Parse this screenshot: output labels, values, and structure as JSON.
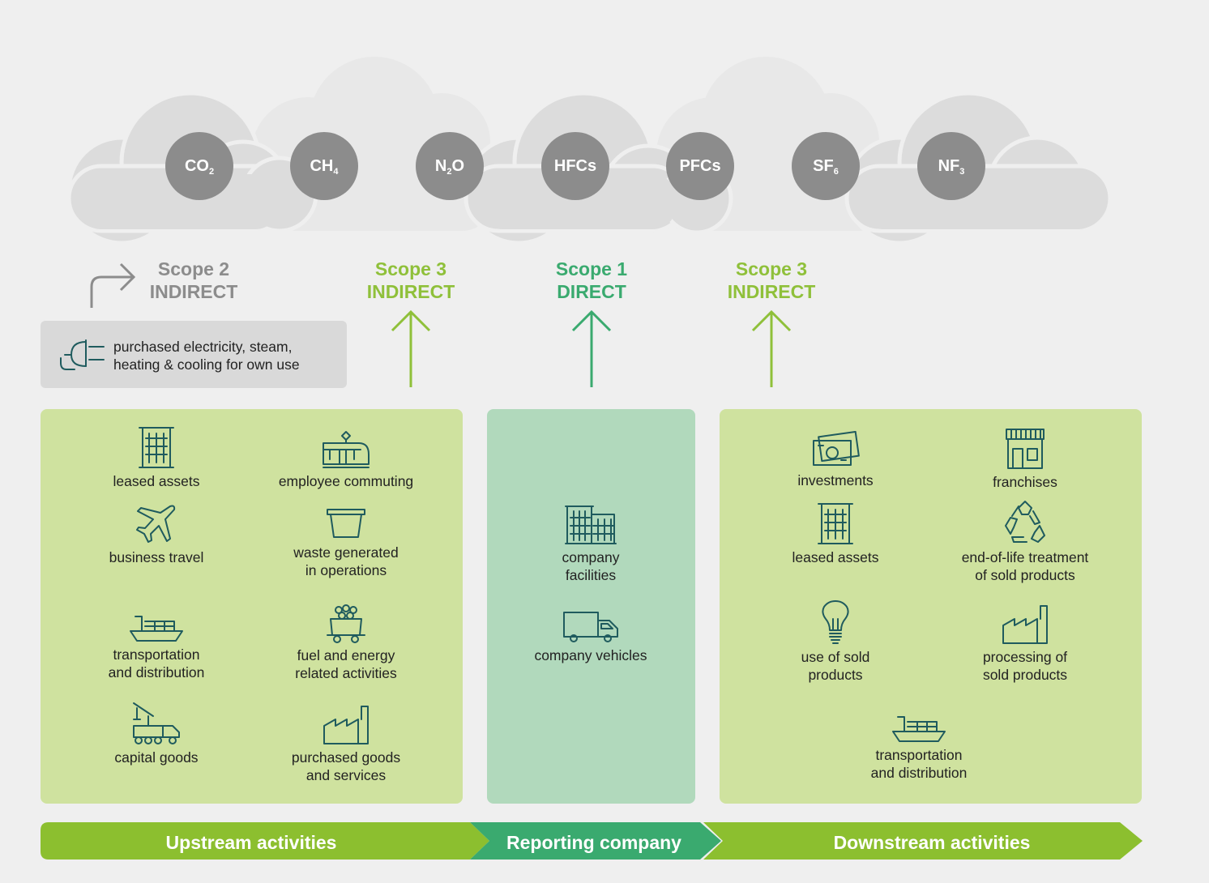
{
  "colors": {
    "background": "#efefef",
    "cloud": "#e0e0e0",
    "cloud_back": "#e9e9e9",
    "gas_circle": "#8c8c8c",
    "scope_grey": "#8c8c8c",
    "scope_light_green": "#8fc03a",
    "scope_teal": "#3aaa6f",
    "upstream_panel": "#cfe29f",
    "reporting_panel": "#b1d9bc",
    "downstream_panel": "#cfe29f",
    "banner_green": "#8cbf2f",
    "banner_teal": "#3aaa6f",
    "icon_stroke": "#1f5b5e",
    "electricity_box": "#d9d9d9"
  },
  "gases": [
    {
      "base": "CO",
      "sub": "2"
    },
    {
      "base": "CH",
      "sub": "4"
    },
    {
      "base": "N",
      "sub": "2",
      "tail": "O"
    },
    {
      "base": "HFCs",
      "sub": ""
    },
    {
      "base": "PFCs",
      "sub": ""
    },
    {
      "base": "SF",
      "sub": "6"
    },
    {
      "base": "NF",
      "sub": "3"
    }
  ],
  "scopes": {
    "scope2": {
      "line1": "Scope 2",
      "line2": "INDIRECT"
    },
    "scope3_up": {
      "line1": "Scope 3",
      "line2": "INDIRECT"
    },
    "scope1": {
      "line1": "Scope 1",
      "line2": "DIRECT"
    },
    "scope3_down": {
      "line1": "Scope 3",
      "line2": "INDIRECT"
    }
  },
  "electricity": {
    "line1": "purchased electricity, steam,",
    "line2": "heating & cooling for own use",
    "icon": "plug-icon"
  },
  "upstream_items": [
    {
      "icon": "building-icon",
      "lines": [
        "leased assets"
      ]
    },
    {
      "icon": "tram-icon",
      "lines": [
        "employee commuting"
      ]
    },
    {
      "icon": "airplane-icon",
      "lines": [
        "business travel"
      ]
    },
    {
      "icon": "dumpster-icon",
      "lines": [
        "waste generated",
        "in operations"
      ]
    },
    {
      "icon": "cargo-ship-icon",
      "lines": [
        "transportation",
        "and distribution"
      ]
    },
    {
      "icon": "coal-cart-icon",
      "lines": [
        "fuel and energy",
        "related activities"
      ]
    },
    {
      "icon": "crane-truck-icon",
      "lines": [
        "capital goods"
      ]
    },
    {
      "icon": "factory-icon",
      "lines": [
        "purchased goods",
        "and services"
      ]
    }
  ],
  "reporting_items": [
    {
      "icon": "office-buildings-icon",
      "lines": [
        "company",
        "facilities"
      ]
    },
    {
      "icon": "truck-icon",
      "lines": [
        "company vehicles"
      ]
    }
  ],
  "downstream_items": [
    {
      "icon": "money-icon",
      "lines": [
        "investments"
      ]
    },
    {
      "icon": "shop-icon",
      "lines": [
        "franchises"
      ]
    },
    {
      "icon": "building-icon",
      "lines": [
        "leased assets"
      ]
    },
    {
      "icon": "recycle-icon",
      "lines": [
        "end-of-life treatment",
        "of sold products"
      ]
    },
    {
      "icon": "lightbulb-icon",
      "lines": [
        "use of sold",
        "products"
      ]
    },
    {
      "icon": "factory-icon",
      "lines": [
        "processing of",
        "sold products"
      ]
    },
    {
      "icon": "cargo-ship-icon",
      "lines": [
        "transportation",
        "and distribution"
      ]
    }
  ],
  "banner": {
    "upstream": "Upstream activities",
    "reporting": "Reporting company",
    "downstream": "Downstream activities"
  }
}
